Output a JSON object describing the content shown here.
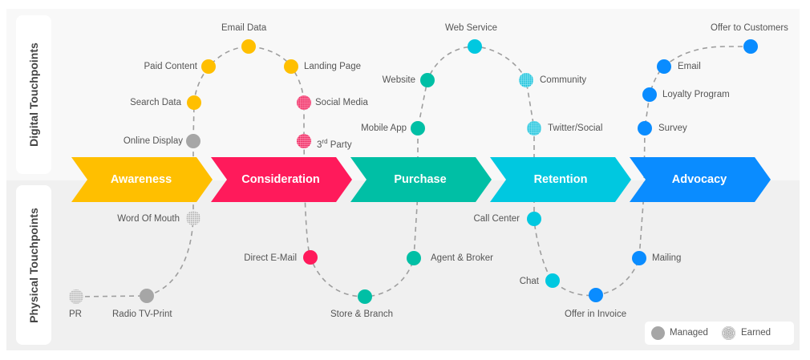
{
  "panels": {
    "digital_label": "Digital Touchpoints",
    "physical_label": "Physical Touchpoints"
  },
  "colors": {
    "awareness": "#FFBF00",
    "consideration": "#FF1A5B",
    "purchase": "#00BFA5",
    "retention": "#00C8E0",
    "advocacy": "#0A8CFF",
    "neutral": "#A6A6A6",
    "path": "#9E9E9E"
  },
  "stages": [
    {
      "label": "Awareness",
      "color": "#FFBF00"
    },
    {
      "label": "Consideration",
      "color": "#FF1A5B"
    },
    {
      "label": "Purchase",
      "color": "#00BFA5"
    },
    {
      "label": "Retention",
      "color": "#00C8E0"
    },
    {
      "label": "Advocacy",
      "color": "#0A8CFF"
    }
  ],
  "touchpoints": {
    "online_display": {
      "label": "Online Display",
      "color": "#A6A6A6",
      "type": "managed",
      "zone": "digital"
    },
    "search_data": {
      "label": "Search Data",
      "color": "#FFBF00",
      "type": "managed",
      "zone": "digital"
    },
    "paid_content": {
      "label": "Paid Content",
      "color": "#FFBF00",
      "type": "managed",
      "zone": "digital"
    },
    "email_data": {
      "label": "Email Data",
      "color": "#FFBF00",
      "type": "managed",
      "zone": "digital"
    },
    "landing_page": {
      "label": "Landing Page",
      "color": "#FFBF00",
      "type": "managed",
      "zone": "digital"
    },
    "social_media": {
      "label": "Social Media",
      "color": "#FF1A5B",
      "type": "earned",
      "zone": "digital"
    },
    "third_party": {
      "label": "Party",
      "prefix": "3",
      "sup": "rd",
      "color": "#FF1A5B",
      "type": "earned",
      "zone": "digital"
    },
    "mobile_app": {
      "label": "Mobile App",
      "color": "#00BFA5",
      "type": "managed",
      "zone": "digital"
    },
    "website": {
      "label": "Website",
      "color": "#00BFA5",
      "type": "managed",
      "zone": "digital"
    },
    "web_service": {
      "label": "Web Service",
      "color": "#00C8E0",
      "type": "managed",
      "zone": "digital"
    },
    "community": {
      "label": "Community",
      "color": "#00C8E0",
      "type": "earned",
      "zone": "digital"
    },
    "twitter_social": {
      "label": "Twitter/Social",
      "color": "#00C8E0",
      "type": "earned",
      "zone": "digital"
    },
    "survey": {
      "label": "Survey",
      "color": "#0A8CFF",
      "type": "managed",
      "zone": "digital"
    },
    "loyalty_program": {
      "label": "Loyalty Program",
      "color": "#0A8CFF",
      "type": "managed",
      "zone": "digital"
    },
    "email": {
      "label": "Email",
      "color": "#0A8CFF",
      "type": "managed",
      "zone": "digital"
    },
    "offer_to_customers": {
      "label": "Offer to Customers",
      "color": "#0A8CFF",
      "type": "managed",
      "zone": "digital"
    },
    "pr": {
      "label": "PR",
      "color": "#A6A6A6",
      "type": "earned",
      "zone": "physical"
    },
    "radio_tv_print": {
      "label": "Radio TV-Print",
      "color": "#A6A6A6",
      "type": "managed",
      "zone": "physical"
    },
    "word_of_mouth": {
      "label": "Word Of Mouth",
      "color": "#A6A6A6",
      "type": "earned",
      "zone": "physical"
    },
    "direct_email": {
      "label": "Direct E-Mail",
      "color": "#FF1A5B",
      "type": "managed",
      "zone": "physical"
    },
    "store_branch": {
      "label": "Store & Branch",
      "color": "#00BFA5",
      "type": "managed",
      "zone": "physical"
    },
    "agent_broker": {
      "label": "Agent & Broker",
      "color": "#00BFA5",
      "type": "managed",
      "zone": "physical"
    },
    "call_center": {
      "label": "Call Center",
      "color": "#00C8E0",
      "type": "managed",
      "zone": "physical"
    },
    "chat": {
      "label": "Chat",
      "color": "#00C8E0",
      "type": "managed",
      "zone": "physical"
    },
    "offer_in_invoice": {
      "label": "Offer in Invoice",
      "color": "#0A8CFF",
      "type": "managed",
      "zone": "physical"
    },
    "mailing": {
      "label": "Mailing",
      "color": "#0A8CFF",
      "type": "managed",
      "zone": "physical"
    }
  },
  "legend": {
    "managed": "Managed",
    "earned": "Earned"
  }
}
